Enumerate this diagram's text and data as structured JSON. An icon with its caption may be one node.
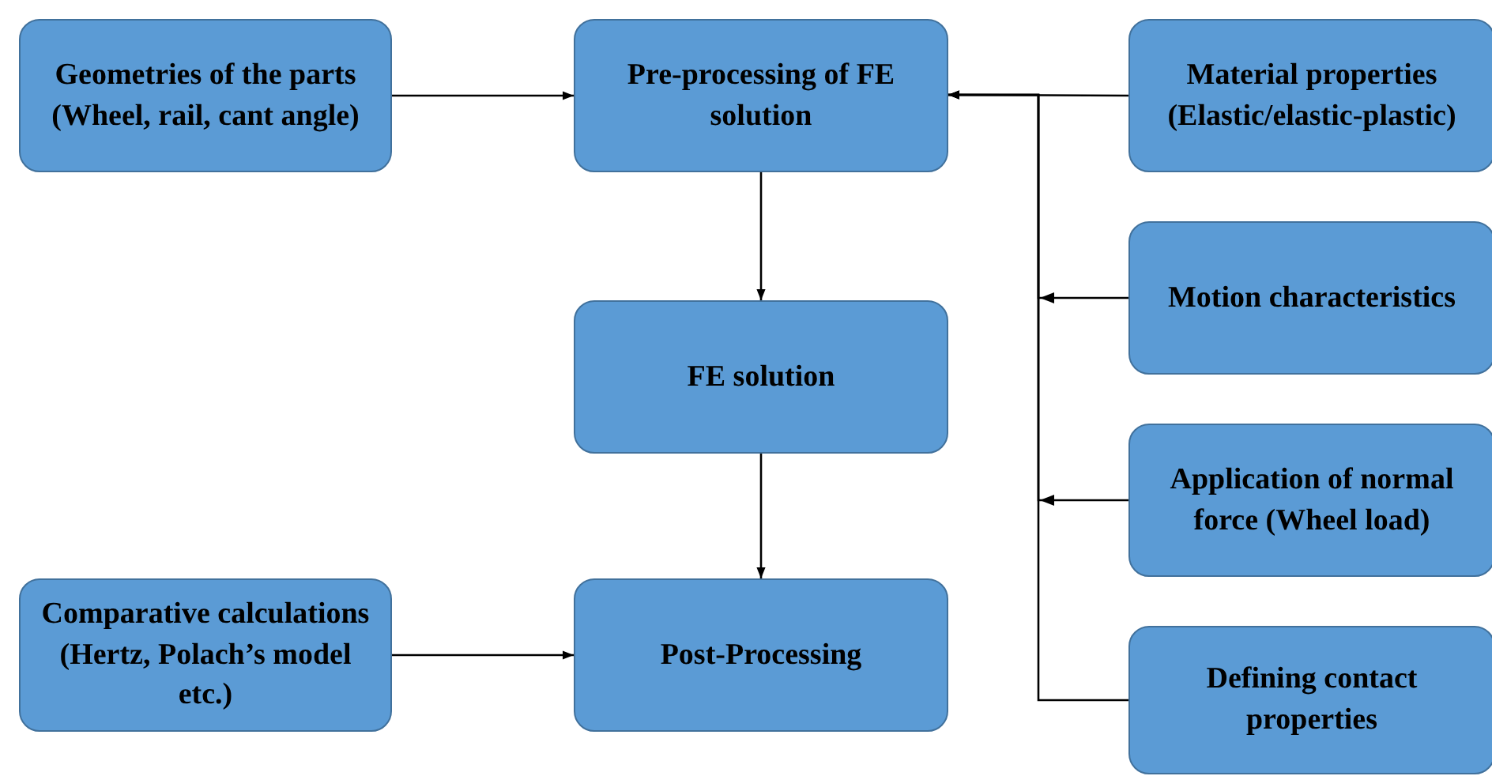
{
  "diagram": {
    "nodes": [
      {
        "text": [
          "Geometries of the parts (Wheel, rail, cant angle)"
        ]
      },
      {
        "text": [
          "Pre-processing of FE solution"
        ]
      },
      {
        "text": [
          "Material properties (Elastic/elastic-plastic)"
        ]
      },
      {
        "text": [
          "Motion characteristics"
        ]
      },
      {
        "text": [
          "FE solution"
        ]
      },
      {
        "text": [
          "Application of normal force (Wheel load)"
        ]
      },
      {
        "text": [
          "Comparative calculations (Hertz, Polach’s model etc.)"
        ]
      },
      {
        "text": [
          "Post-Processing"
        ]
      },
      {
        "text": [
          "Defining contact properties"
        ]
      }
    ],
    "edges": [
      {
        "from": 0,
        "to": 1,
        "arrow": "to"
      },
      {
        "from": 1,
        "to": 4,
        "arrow": "to"
      },
      {
        "from": 4,
        "to": 7,
        "arrow": "to"
      },
      {
        "from": 6,
        "to": 7,
        "arrow": "to"
      },
      {
        "from": 2,
        "to": 1,
        "arrow": "to"
      },
      {
        "from": 3,
        "to": 1,
        "arrow": "to"
      },
      {
        "from": 5,
        "to": 1,
        "arrow": "to"
      },
      {
        "from": 8,
        "to": 1,
        "arrow": "to"
      }
    ]
  }
}
